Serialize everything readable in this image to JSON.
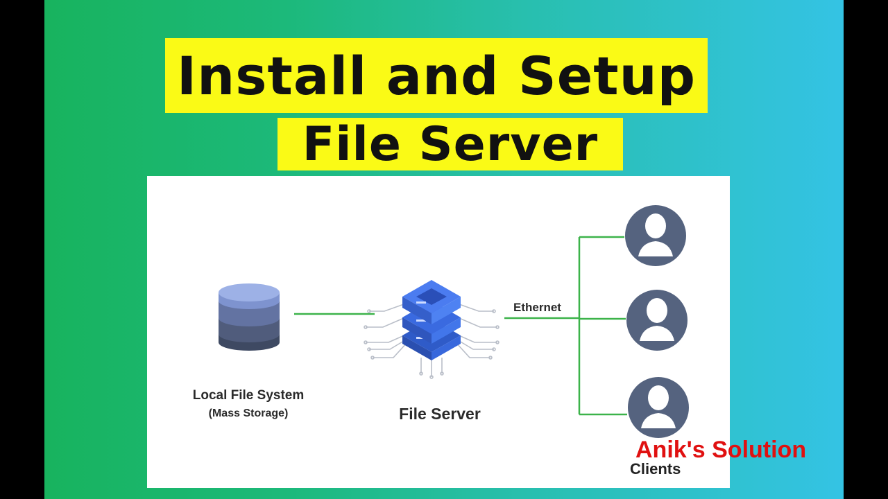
{
  "title": {
    "line1": "Install and Setup",
    "line2": "File Server"
  },
  "diagram": {
    "local_storage": {
      "label": "Local File System",
      "sublabel": "(Mass Storage)",
      "icon": "database-icon"
    },
    "server": {
      "label": "File Server",
      "icon": "server-stack-icon"
    },
    "link_label": "Ethernet",
    "clients": {
      "label": "Clients",
      "count": 3,
      "icon": "user-avatar-icon"
    }
  },
  "watermark": "Anik's Solution",
  "colors": {
    "background_start": "#18b35e",
    "background_end": "#34c3e4",
    "title_highlight": "#fafa16",
    "connector_green": "#3cb34a",
    "server_blue": "#3f6fd8",
    "avatar_slate": "#55637f",
    "watermark_red": "#e01010"
  }
}
